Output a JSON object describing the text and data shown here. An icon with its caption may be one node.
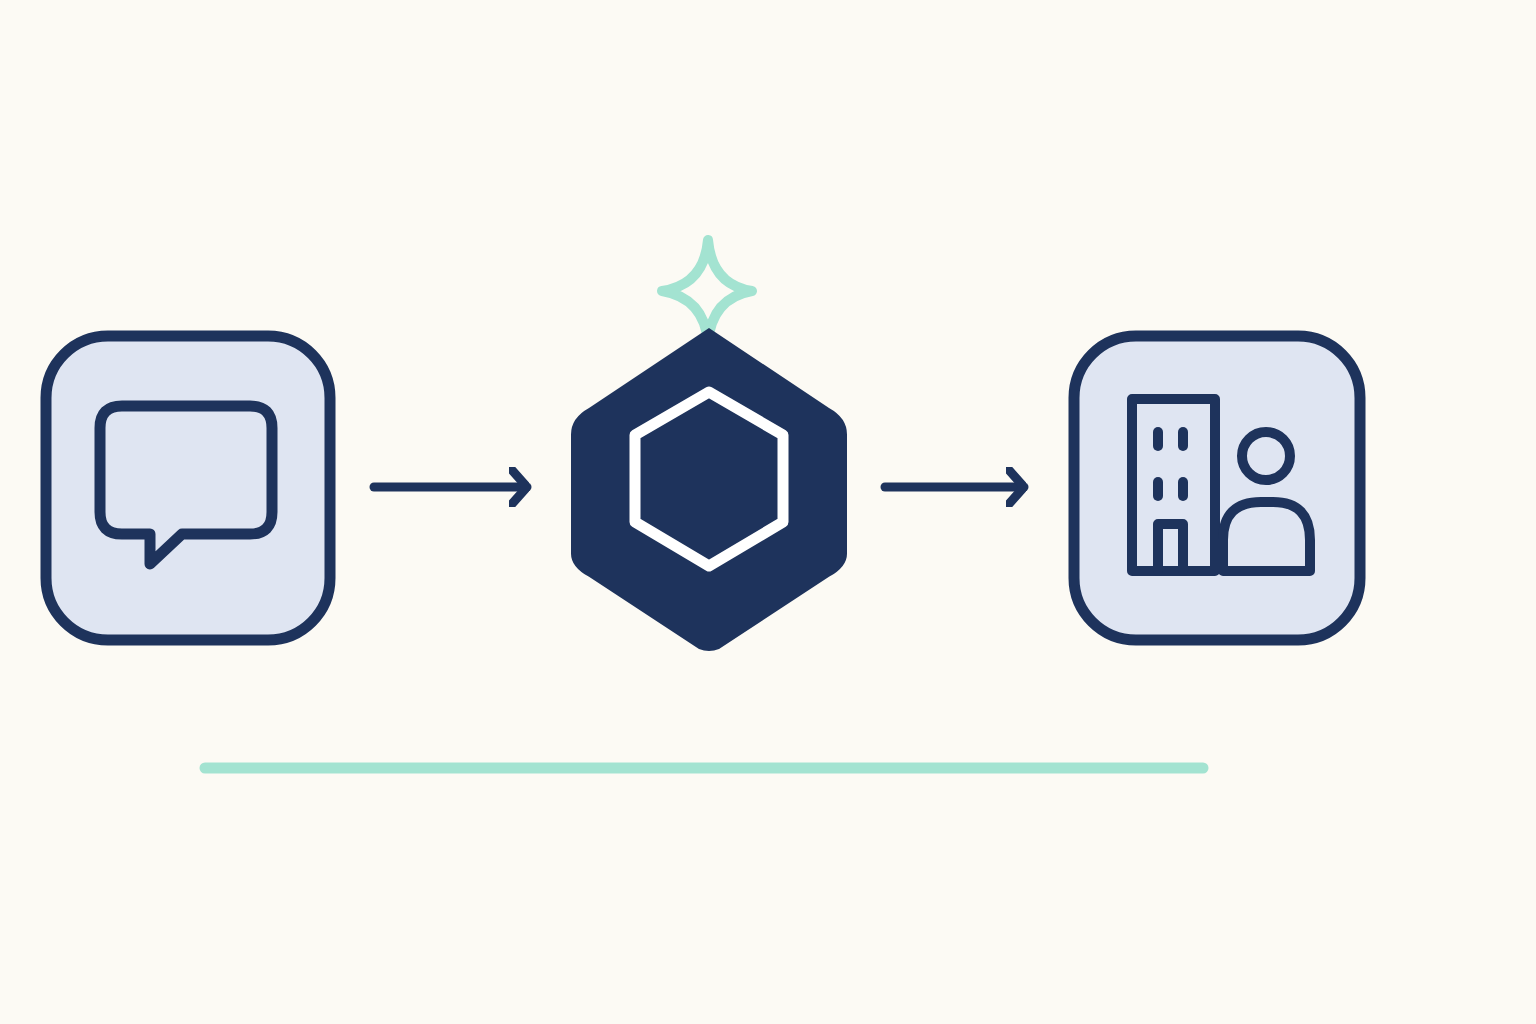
{
  "diagram": {
    "nodes": [
      {
        "text": [],
        "shape": "box"
      },
      {
        "text": [],
        "shape": "hexagon"
      },
      {
        "text": [],
        "shape": "box"
      }
    ],
    "edges": [
      {
        "from": 0,
        "to": 1,
        "arrow": "to"
      },
      {
        "from": 1,
        "to": 2,
        "arrow": "to"
      }
    ]
  }
}
